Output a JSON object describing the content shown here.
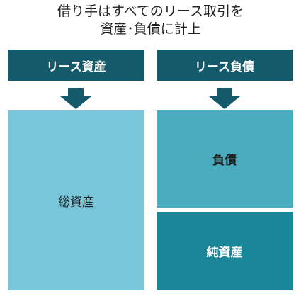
{
  "title": {
    "line1": "借り手はすべてのリース取引を",
    "line2": "資産･負債に計上"
  },
  "left_column": {
    "header": "リース資産",
    "box_label": "総資産"
  },
  "right_column": {
    "header": "リース負債",
    "top_box_label": "負債",
    "bottom_box_label": "純資産"
  },
  "colors": {
    "header_bg": "#145a6b",
    "arrow": "#145a6b",
    "total_assets": "#7ac6d9",
    "liabilities": "#4bacc0",
    "net_assets": "#1a8799"
  }
}
